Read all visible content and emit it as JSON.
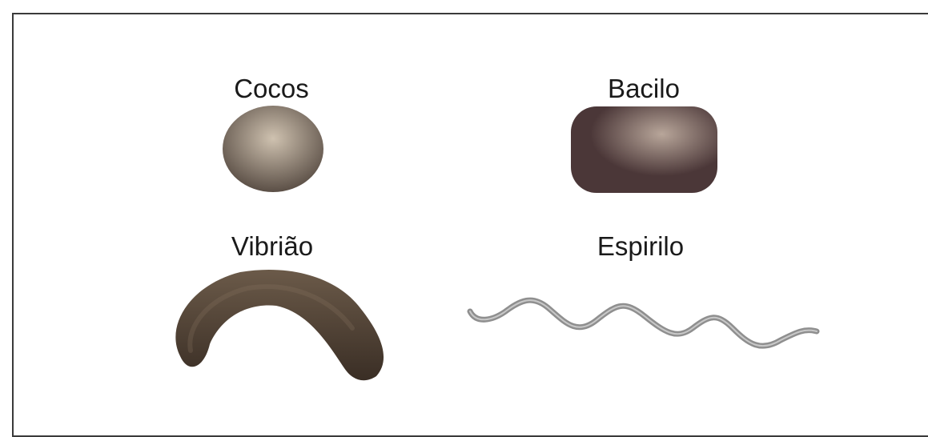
{
  "shapes": [
    {
      "id": "cocos",
      "label": "Cocos"
    },
    {
      "id": "bacilo",
      "label": "Bacilo"
    },
    {
      "id": "vibriao",
      "label": "Vibrião"
    },
    {
      "id": "espirilo",
      "label": "Espirilo"
    }
  ],
  "colors": {
    "cocos_center": "#cfc2b0",
    "cocos_edge": "#5b4f46",
    "bacilo_center": "#b8a69a",
    "bacilo_edge": "#4b3738",
    "vibriao_center": "#6b5a49",
    "vibriao_edge": "#3a2e25",
    "espirilo": "#8f8f8f",
    "frame": "#3a3a3a"
  }
}
